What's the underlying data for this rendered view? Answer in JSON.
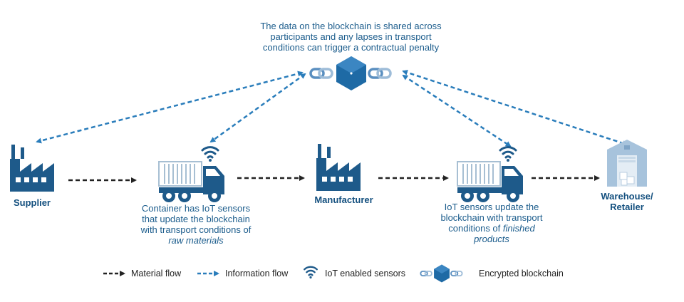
{
  "colors": {
    "primary": "#1e5a8a",
    "info": "#2a7dbb",
    "material": "#222222",
    "light": "#a7bfd3",
    "chain": "#5a8fc0"
  },
  "top_note": {
    "lines": [
      "The data on the blockchain is shared across",
      "participants and any lapses in transport",
      "conditions can trigger a contractual penalty"
    ]
  },
  "nodes": {
    "supplier": {
      "label": "Supplier",
      "icon": "factory-icon"
    },
    "truck1": {
      "lines": [
        "Container has IoT sensors",
        "that update the blockchain",
        "with transport conditions of"
      ],
      "italic": "raw materials",
      "icon": "truck-icon"
    },
    "manufacturer": {
      "label": "Manufacturer",
      "icon": "factory-icon"
    },
    "truck2": {
      "lines": [
        "IoT sensors update the",
        "blockchain with transport",
        "conditions of"
      ],
      "italic_inline": "finished",
      "italic": "products",
      "icon": "truck-icon"
    },
    "warehouse": {
      "lines": [
        "Warehouse/",
        "Retailer"
      ],
      "icon": "warehouse-icon"
    }
  },
  "legend": {
    "material_flow": "Material flow",
    "information_flow": "Information flow",
    "iot_sensors": "IoT enabled sensors",
    "encrypted_blockchain": "Encrypted blockchain"
  }
}
